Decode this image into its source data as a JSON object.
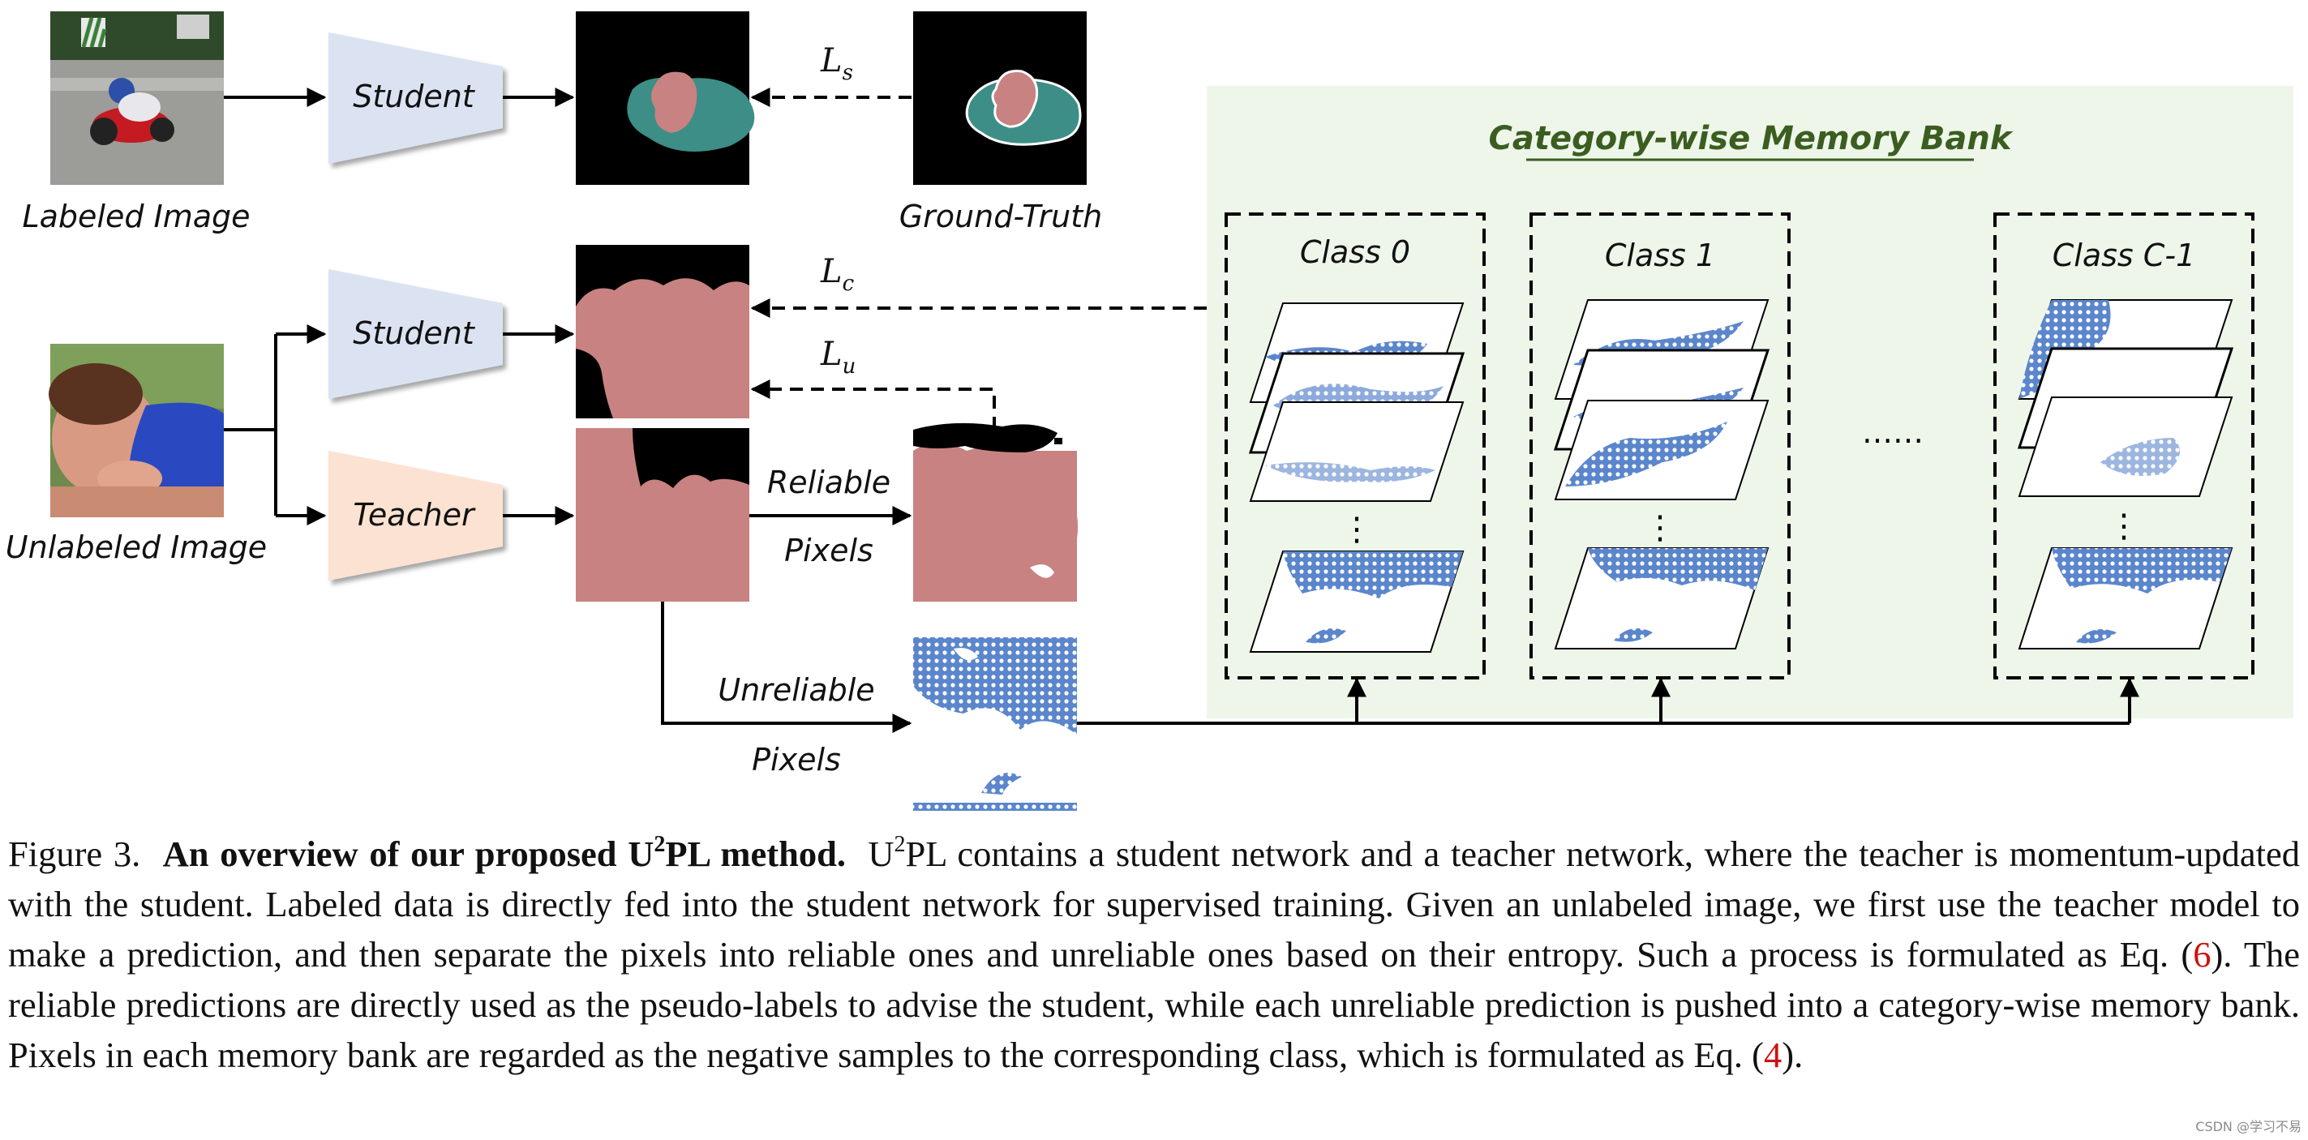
{
  "figure": {
    "labels": {
      "labeled_image": "Labeled Image",
      "unlabeled_image": "Unlabeled Image",
      "ground_truth": "Ground-Truth",
      "student": "Student",
      "teacher": "Teacher",
      "reliable": "Reliable",
      "unreliable": "Unreliable",
      "pixels": "Pixels",
      "memory_bank_title": "Category-wise Memory Bank",
      "class_0": "Class 0",
      "class_1": "Class 1",
      "class_last": "Class C-1",
      "ellipsis": "……",
      "vdots": "⋮"
    },
    "losses": {
      "ls_main": "L",
      "ls_sub": "s",
      "lc_main": "L",
      "lc_sub": "c",
      "lu_main": "L",
      "lu_sub": "u"
    },
    "colors": {
      "student_fill": "#dbe3f2",
      "teacher_fill": "#fbe2d2",
      "mask_pink": "#c88281",
      "mask_teal": "#3d8e86",
      "memory_bank_bg": "#eef6ea",
      "title_green": "#3b5e20",
      "hatch_blue": "#3f6fbe",
      "ref_red": "#d01010"
    }
  },
  "caption": {
    "prefix": "Figure 3.",
    "bold_a": "An overview of our proposed U",
    "bold_sup": "2",
    "bold_b": "PL method.",
    "text_a": "U",
    "text_sup": "2",
    "text_b": "PL contains a student network and a teacher network, where the teacher is momentum-updated with the student. Labeled data is directly fed into the student network for supervised training. Given an unlabeled image, we first use the teacher model to make a prediction, and then separate the pixels into reliable ones and unreliable ones based on their entropy. Such a process is formulated as Eq. (",
    "ref_1": "6",
    "text_c": "). The reliable predictions are directly used as the pseudo-labels to advise the student, while each unreliable prediction is pushed into a category-wise memory bank. Pixels in each memory bank are regarded as the negative samples to the corresponding class, which is formulated as Eq. (",
    "ref_2": "4",
    "text_d": ")."
  },
  "watermark": "CSDN @学习不易"
}
